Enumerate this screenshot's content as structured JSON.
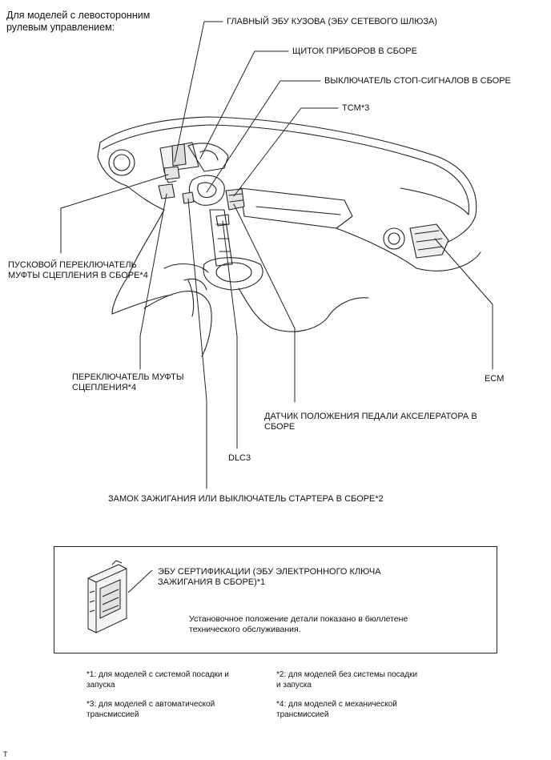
{
  "title": "Для моделей с левосторонним рулевым управлением:",
  "labels": {
    "body_ecu": "ГЛАВНЫЙ ЭБУ КУЗОВА (ЭБУ СЕТЕВОГО ШЛЮЗА)",
    "meter": "ЩИТОК ПРИБОРОВ В СБОРЕ",
    "stop_switch": "ВЫКЛЮЧАТЕЛЬ СТОП-СИГНАЛОВ В СБОРЕ",
    "tcm": "TCM*3",
    "clutch_start": "ПУСКОВОЙ ПЕРЕКЛЮЧАТЕЛЬ МУФТЫ СЦЕПЛЕНИЯ В СБОРЕ*4",
    "ecm": "ECM",
    "clutch_switch": "ПЕРЕКЛЮЧАТЕЛЬ МУФТЫ СЦЕПЛЕНИЯ*4",
    "accel_sensor": "ДАТЧИК ПОЛОЖЕНИЯ ПЕДАЛИ АКСЕЛЕРАТОРА В СБОРЕ",
    "dlc3": "DLC3",
    "ignition": "ЗАМОК ЗАЖИГАНИЯ ИЛИ ВЫКЛЮЧАТЕЛЬ СТАРТЕРА В СБОРЕ*2"
  },
  "inset": {
    "cert_ecu": "ЭБУ СЕРТИФИКАЦИИ (ЭБУ ЭЛЕКТРОННОГО КЛЮЧА ЗАЖИГАНИЯ В СБОРЕ)*1",
    "note": "Установочное положение детали показано в бюллетене технического обслуживания."
  },
  "footnotes": [
    "*1: для моделей с системой посадки и запуска",
    "*2: для моделей без системы посадки и запуска",
    "*3: для моделей с автоматической трансмиссией",
    "*4: для моделей с механической трансмиссией"
  ],
  "corner_mark": "T"
}
